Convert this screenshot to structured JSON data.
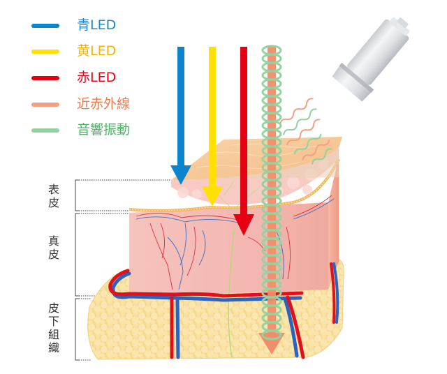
{
  "legend": {
    "items": [
      {
        "key": "blue-led",
        "label": "青LED",
        "color": "#0a84cc",
        "text_color": "#1a88cf"
      },
      {
        "key": "yellow-led",
        "label": "黄LED",
        "color": "#ffe000",
        "text_color": "#f2b200"
      },
      {
        "key": "red-led",
        "label": "赤LED",
        "color": "#e60012",
        "text_color": "#e60012"
      },
      {
        "key": "near-infrared",
        "label": "近赤外線",
        "color": "#f3a184",
        "text_color": "#ee7c50"
      },
      {
        "key": "acoustic-vibration",
        "label": "音響振動",
        "color": "#94d2a0",
        "text_color": "#4fb368"
      }
    ]
  },
  "layers": {
    "epidermis": {
      "label": "表皮"
    },
    "dermis": {
      "label": "真皮"
    },
    "subcutaneous": {
      "label": "皮下組織"
    }
  },
  "colors": {
    "epidermis_top": "#f7c89a",
    "dermis": "#f4b8b4",
    "fat": "#f7dc9a",
    "artery": "#e0101c",
    "vein": "#2a63c0",
    "nerve": "#b8d878",
    "device": "#dcdfe2"
  }
}
